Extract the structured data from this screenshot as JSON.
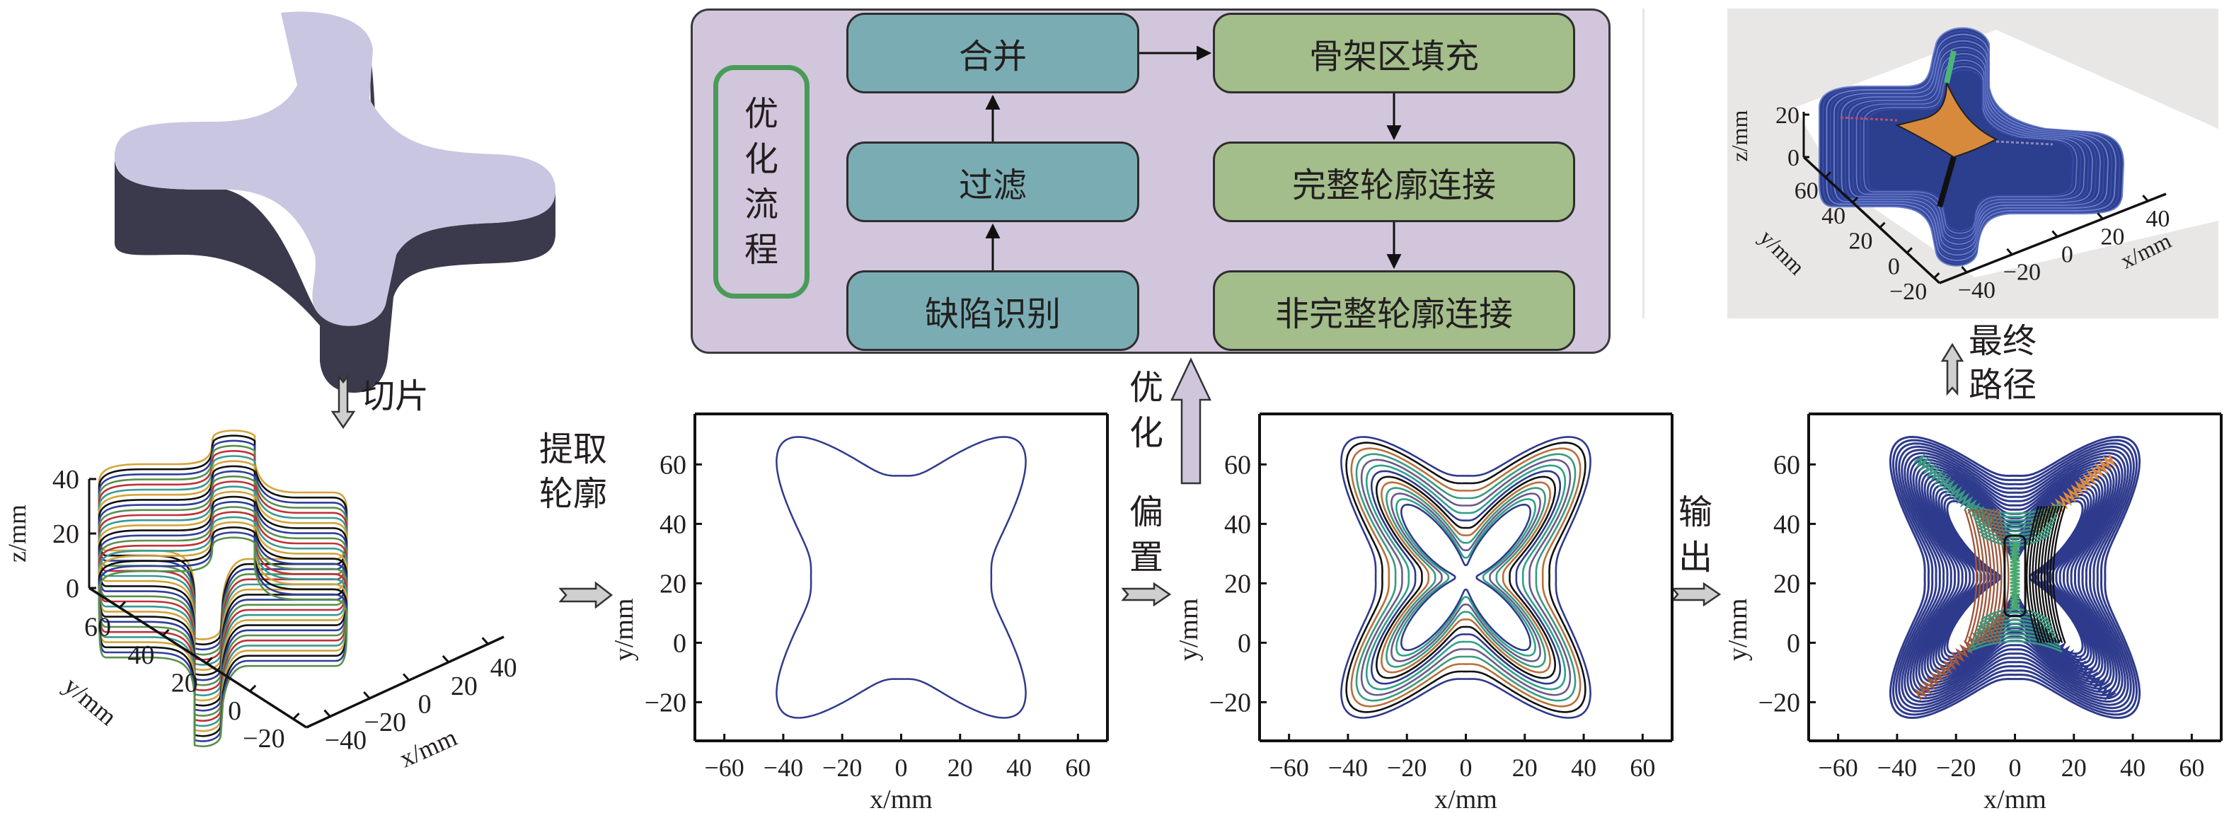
{
  "figure": {
    "steps": {
      "slice": "切片",
      "extract_contour_line1": "提取",
      "extract_contour_line2": "轮廓",
      "offset_line1": "偏",
      "offset_line2": "置",
      "optimize_line1": "优",
      "optimize_line2": "化",
      "output_line1": "输",
      "output_line2": "出",
      "final_path_line1": "最终",
      "final_path_line2": "路径"
    },
    "flowchart": {
      "title_chars": [
        "优",
        "化",
        "流",
        "程"
      ],
      "left_column": [
        "合并",
        "过滤",
        "缺陷识别"
      ],
      "right_column": [
        "骨架区填充",
        "完整轮廓连接",
        "非完整轮廓连接"
      ],
      "colors": {
        "panel": "#d2c6dc",
        "teal": "#7aadb3",
        "green": "#a3bd8b",
        "title_border": "#4a9a58"
      }
    },
    "model_3d": {
      "top_color": "#c9c6e2",
      "side_color": "#3b3a4c"
    }
  },
  "chart_data": [
    {
      "id": "sliced-layers-3d",
      "type": "line",
      "projection": "3d",
      "xlabel": "x/mm",
      "ylabel": "y/mm",
      "zlabel": "z/mm",
      "x_ticks": [
        "-40",
        "-20",
        "0",
        "20",
        "40"
      ],
      "y_ticks": [
        "-20",
        "0",
        "20",
        "40",
        "60"
      ],
      "z_ticks": [
        "0",
        "20",
        "40"
      ],
      "xlim": [
        -48,
        48
      ],
      "ylim": [
        -30,
        75
      ],
      "zlim": [
        0,
        40
      ],
      "series_colors": [
        "#5a8f4c",
        "#2e3f9a",
        "#111111",
        "#d4a43c",
        "#3a9a92",
        "#c0323a"
      ],
      "layers": 22
    },
    {
      "id": "contour",
      "type": "line",
      "xlabel": "x/mm",
      "ylabel": "y/mm",
      "x_ticks": [
        "-60",
        "-40",
        "-20",
        "0",
        "20",
        "40",
        "60"
      ],
      "y_ticks": [
        "-20",
        "0",
        "20",
        "40",
        "60"
      ],
      "xlim": [
        -70,
        70
      ],
      "ylim": [
        -33,
        77
      ],
      "series": [
        {
          "name": "outer contour",
          "color": "#2e3a8c"
        }
      ]
    },
    {
      "id": "offset-contours",
      "type": "line",
      "xlabel": "x/mm",
      "ylabel": "y/mm",
      "x_ticks": [
        "-60",
        "-40",
        "-20",
        "0",
        "20",
        "40",
        "60"
      ],
      "y_ticks": [
        "-20",
        "0",
        "20",
        "40",
        "60"
      ],
      "xlim": [
        -70,
        70
      ],
      "ylim": [
        -33,
        77
      ],
      "offset_step_mm": 2.2,
      "series_colors": [
        "#2e3a8c",
        "#111111",
        "#b8703c",
        "#3a9a80",
        "#6b5a8a",
        "#2fa088"
      ]
    },
    {
      "id": "output-paths",
      "type": "line",
      "xlabel": "x/mm",
      "ylabel": "y/mm",
      "x_ticks": [
        "-60",
        "-40",
        "-20",
        "0",
        "20",
        "40",
        "60"
      ],
      "y_ticks": [
        "-20",
        "0",
        "20",
        "40",
        "60"
      ],
      "xlim": [
        -70,
        70
      ],
      "ylim": [
        -33,
        77
      ],
      "series_colors": {
        "contour": "#2e3a8c",
        "skeleton_a": "#3a9a80",
        "skeleton_b": "#e08a3c",
        "skeleton_c": "#a0583c",
        "core": "#111111",
        "center": "#48a870"
      }
    },
    {
      "id": "final-path-3d",
      "type": "line",
      "projection": "3d",
      "xlabel": "x/mm",
      "ylabel": "y/mm",
      "zlabel": "z/mm",
      "x_ticks": [
        "-40",
        "-20",
        "0",
        "20",
        "40"
      ],
      "y_ticks": [
        "-20",
        "0",
        "20",
        "40",
        "60"
      ],
      "z_ticks": [
        "0",
        "20"
      ],
      "background": "#e8e7e6"
    }
  ]
}
